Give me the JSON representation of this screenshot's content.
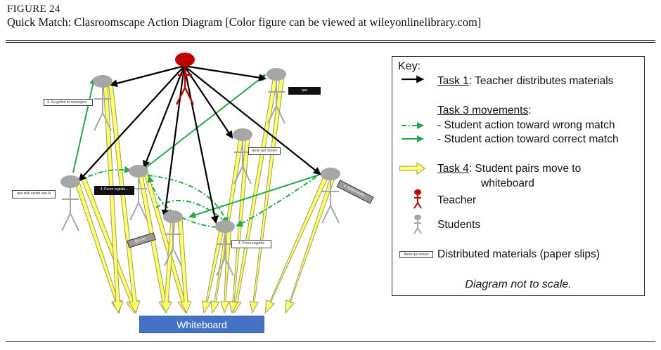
{
  "figure": {
    "number": "FIGURE 24",
    "title": "Quick Match: Clasroomscape Action Diagram [Color figure can be viewed at wileyonlinelibrary.com]"
  },
  "colors": {
    "teacher": "#c00000",
    "student": "#a6a6a6",
    "task1": "#000000",
    "task3": "#22a84a",
    "task4_fill": "#ffff66",
    "task4_stroke": "#9a9a66",
    "whiteboard": "#4472c4"
  },
  "key": {
    "title": "Key:",
    "task1_label": "Task 1",
    "task1_text": ": Teacher distributes materials",
    "task3_label": "Task 3 movements",
    "task3_colon": ":",
    "task3_wrong": "- Student action toward wrong match",
    "task3_correct": "- Student action toward correct match",
    "task4_label": "Task 4",
    "task4_text_1": ": Student pairs move to",
    "task4_text_2": "whiteboard",
    "teacher_label": "Teacher",
    "students_label": "Students",
    "materials_label": "Distributed materials (paper slips)",
    "materials_slip_text": "Anna qui osnow",
    "note": "Diagram not to scale."
  },
  "whiteboard_label": "Whiteboard",
  "slips": [
    "5. Es gellen et omenigne...",
    "que",
    "aisse qui osnow",
    "que sisk caridn usn la",
    "4. Pucre regnde...",
    "Qui vo...",
    "4. Pucre regarde",
    "4. Nasto eudrit..."
  ]
}
